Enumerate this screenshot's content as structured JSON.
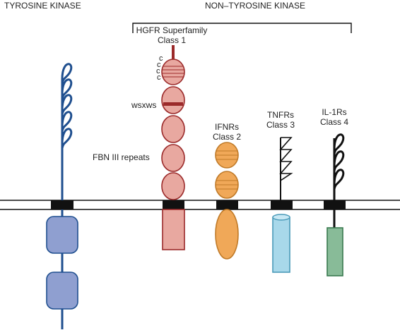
{
  "labels": {
    "tyrosine_kinase": "TYROSINE KINASE",
    "non_tyrosine_kinase": "NON–TYROSINE KINASE",
    "hgfr_superfamily": "HGFR Superfamily",
    "class_1": "Class 1",
    "wsxws": "wsxws",
    "fbn_repeats": "FBN III repeats",
    "c_marks": [
      "c",
      "c",
      "c",
      "c"
    ],
    "ifnrs": "IFNRs",
    "class_2": "Class 2",
    "tnfrs": "TNFRs",
    "class_3": "Class 3",
    "il1rs": "IL-1Rs",
    "class_4": "Class 4"
  },
  "colors": {
    "tyrosine_kinase_stem": "#1f4f8f",
    "tyrosine_kinase_domain": "#8f9fd0",
    "class1_domain": "#e8a8a0",
    "class1_outline": "#9b2a2a",
    "class2_domain": "#f0a858",
    "class2_outline": "#c07a28",
    "class3_domain": "#a8d8ea",
    "class3_outline": "#4a9ab8",
    "class4_domain": "#88bb98",
    "class4_outline": "#3a7a50",
    "membrane": "#111111"
  }
}
